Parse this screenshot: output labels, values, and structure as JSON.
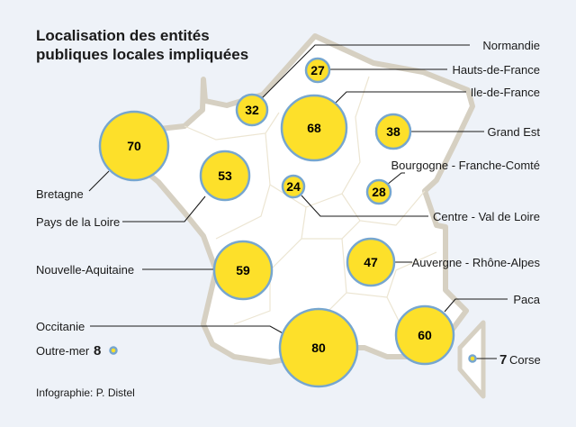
{
  "title_line1": "Localisation des entités",
  "title_line2": "publiques locales impliquées",
  "credit": "Infographie: P. Distel",
  "colors": {
    "bubble": "#fde02a",
    "bubble_stroke": "#76a6cf",
    "land": "#ffffff",
    "border": "#d6d0c2",
    "background": "#eef2f8"
  },
  "regions": [
    {
      "name": "Normandie",
      "value": "32"
    },
    {
      "name": "Hauts-de-France",
      "value": "27"
    },
    {
      "name": "Ile-de-France",
      "value": "68"
    },
    {
      "name": "Grand Est",
      "value": "38"
    },
    {
      "name": "Bourgogne - Franche-Comté",
      "value": "28"
    },
    {
      "name": "Centre - Val de Loire",
      "value": "24"
    },
    {
      "name": "Auvergne - Rhône-Alpes",
      "value": "47"
    },
    {
      "name": "Paca",
      "value": "60"
    },
    {
      "name": "Bretagne",
      "value": "70"
    },
    {
      "name": "Pays de la Loire",
      "value": "53"
    },
    {
      "name": "Nouvelle-Aquitaine",
      "value": "59"
    },
    {
      "name": "Occitanie",
      "value": "80"
    },
    {
      "name": "Outre-mer",
      "value": "8"
    },
    {
      "name": "Corse",
      "value": "7"
    }
  ]
}
